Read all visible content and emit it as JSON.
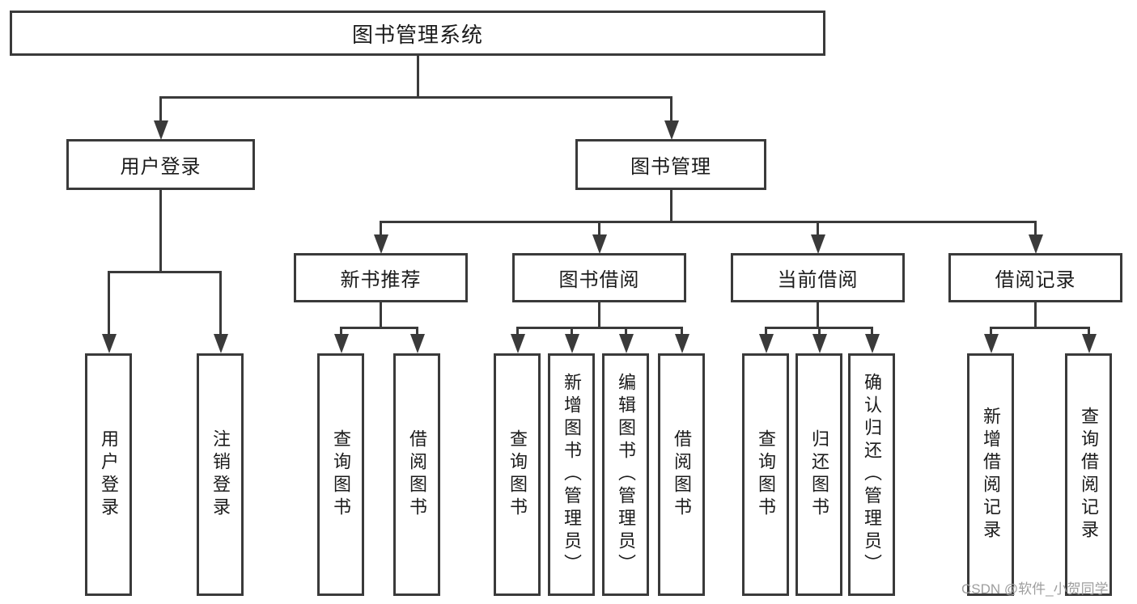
{
  "tree": {
    "root": {
      "label": "图书管理系统"
    },
    "level2": {
      "user_login": {
        "label": "用户登录"
      },
      "book_management": {
        "label": "图书管理"
      }
    },
    "level3": {
      "new_book_recommend": {
        "label": "新书推荐"
      },
      "book_borrow": {
        "label": "图书借阅"
      },
      "current_borrow": {
        "label": "当前借阅"
      },
      "borrow_records": {
        "label": "借阅记录"
      }
    },
    "leaves": {
      "user_login": [
        "用户登录",
        "注销登录"
      ],
      "new_book_recommend": [
        "查询图书",
        "借阅图书"
      ],
      "book_borrow": [
        "查询图书",
        "新增图书（管理员）",
        "编辑图书（管理员）",
        "借阅图书"
      ],
      "current_borrow": [
        "查询图书",
        "归还图书",
        "确认归还（管理员）"
      ],
      "borrow_records": [
        "新增借阅记录",
        "查询借阅记录"
      ]
    }
  },
  "watermark": {
    "text": "CSDN @软件_小贺同学",
    "color": "#9e9e9e"
  },
  "colors": {
    "line": "#3a3a3a",
    "text": "#1b1b1b",
    "background": "#ffffff"
  }
}
